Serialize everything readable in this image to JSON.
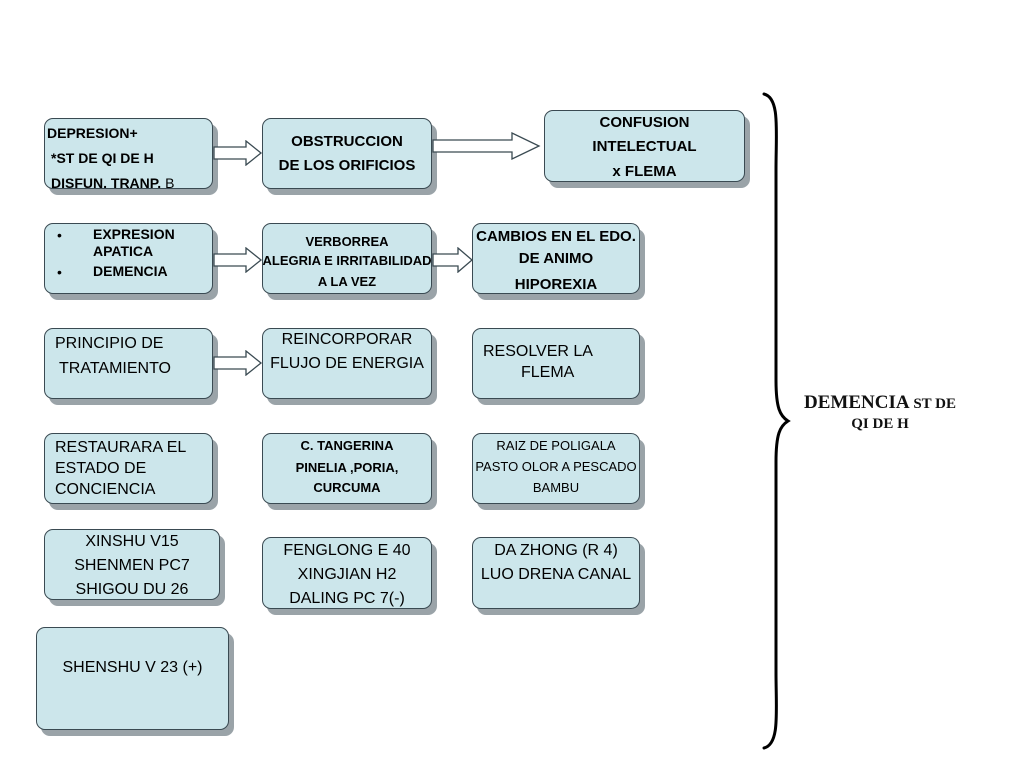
{
  "row1": {
    "box1": {
      "line1": "DEPRESION+",
      "line2": "*ST DE QI DE H",
      "line3_bold": "DISFUN. TRANP.",
      "line3_rest": " B"
    },
    "box2": {
      "line1": "OBSTRUCCION",
      "line2": "DE LOS ORIFICIOS"
    },
    "box3": {
      "line1": "CONFUSION",
      "line2": "INTELECTUAL",
      "line3": "x FLEMA"
    }
  },
  "row2": {
    "box1": {
      "bullet": "•",
      "item1_line1": "EXPRESION",
      "item1_line2": "APATICA",
      "item2": "DEMENCIA"
    },
    "box2": {
      "line1": "VERBORREA",
      "line2": "ALEGRIA E IRRITABILIDAD",
      "line3": "A LA VEZ"
    },
    "box3": {
      "line1": "CAMBIOS EN EL EDO.",
      "line2": "DE ANIMO",
      "line3": "HIPOREXIA"
    }
  },
  "row3": {
    "box1": {
      "line1": "PRINCIPIO DE",
      "line2": "TRATAMIENTO"
    },
    "box2": {
      "line1": "REINCORPORAR",
      "line2": "FLUJO DE ENERGIA"
    },
    "box3": {
      "line1": "RESOLVER  LA",
      "line2": "FLEMA"
    }
  },
  "row4": {
    "box1": {
      "line1": "RESTAURARA EL",
      "line2": "ESTADO DE",
      "line3": "CONCIENCIA"
    },
    "box2": {
      "line1": "C. TANGERINA",
      "line2": "PINELIA ,PORIA,",
      "line3": "CURCUMA"
    },
    "box3": {
      "line1": "RAIZ DE POLIGALA",
      "line2": "PASTO  OLOR A PESCADO",
      "line3": "BAMBU"
    }
  },
  "row5": {
    "box1": {
      "line1": "XINSHU V15",
      "line2": "SHENMEN PC7",
      "line3": "SHIGOU DU 26"
    },
    "box2": {
      "line1": "FENGLONG E 40",
      "line2": "XINGJIAN H2",
      "line3": "DALING PC 7(-)"
    },
    "box3": {
      "line1": "DA ZHONG (R 4)",
      "line2": "LUO DRENA CANAL"
    }
  },
  "row6": {
    "box1": {
      "line1": "SHENSHU V 23 (+)"
    }
  },
  "summary": {
    "title_big": "DEMENCIA",
    "title_small": " ST DE",
    "line2": "QI DE H"
  },
  "colors": {
    "box_fill": "#cce6eb",
    "box_border": "#3a4a52",
    "box_shadow": "#9aa3a8"
  }
}
